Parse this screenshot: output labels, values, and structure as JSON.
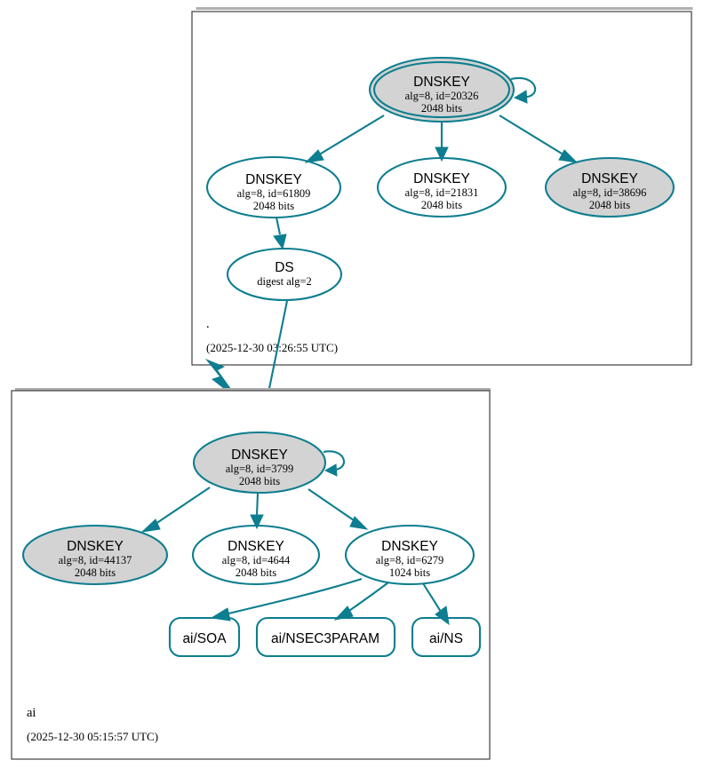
{
  "diagram": {
    "type": "dnssec-authentication-chain",
    "colors": {
      "node_stroke": "#0d7e8f",
      "edge": "#0d7e8f",
      "secure_fill": "#d3d3d3",
      "plain_fill": "#ffffff",
      "zone_border": "#3f3f3f"
    }
  },
  "zones": [
    {
      "id": "root",
      "name": ".",
      "timestamp": "(2025-12-30 03:26:55 UTC)",
      "nodes": [
        {
          "id": "root-ksk-20326",
          "kind": "DNSKEY",
          "title": "DNSKEY",
          "line2": "alg=8, id=20326",
          "line3": "2048 bits",
          "fill": "gray",
          "double_ellipse": true,
          "self_signed": true
        },
        {
          "id": "root-zsk-61809",
          "kind": "DNSKEY",
          "title": "DNSKEY",
          "line2": "alg=8, id=61809",
          "line3": "2048 bits",
          "fill": "white",
          "double_ellipse": false,
          "self_signed": false
        },
        {
          "id": "root-zsk-21831",
          "kind": "DNSKEY",
          "title": "DNSKEY",
          "line2": "alg=8, id=21831",
          "line3": "2048 bits",
          "fill": "white",
          "double_ellipse": false,
          "self_signed": false
        },
        {
          "id": "root-zsk-38696",
          "kind": "DNSKEY",
          "title": "DNSKEY",
          "line2": "alg=8, id=38696",
          "line3": "2048 bits",
          "fill": "gray",
          "double_ellipse": false,
          "self_signed": false
        },
        {
          "id": "ds-ai",
          "kind": "DS",
          "title": "DS",
          "line2": "digest alg=2",
          "line3": "",
          "fill": "white",
          "double_ellipse": false,
          "self_signed": false
        }
      ]
    },
    {
      "id": "ai",
      "name": "ai",
      "timestamp": "(2025-12-30 05:15:57 UTC)",
      "nodes": [
        {
          "id": "ai-ksk-3799",
          "kind": "DNSKEY",
          "title": "DNSKEY",
          "line2": "alg=8, id=3799",
          "line3": "2048 bits",
          "fill": "gray",
          "double_ellipse": false,
          "self_signed": true
        },
        {
          "id": "ai-key-44137",
          "kind": "DNSKEY",
          "title": "DNSKEY",
          "line2": "alg=8, id=44137",
          "line3": "2048 bits",
          "fill": "gray",
          "double_ellipse": false,
          "self_signed": false
        },
        {
          "id": "ai-key-4644",
          "kind": "DNSKEY",
          "title": "DNSKEY",
          "line2": "alg=8, id=4644",
          "line3": "2048 bits",
          "fill": "white",
          "double_ellipse": false,
          "self_signed": false
        },
        {
          "id": "ai-zsk-6279",
          "kind": "DNSKEY",
          "title": "DNSKEY",
          "line2": "alg=8, id=6279",
          "line3": "1024 bits",
          "fill": "white",
          "double_ellipse": false,
          "self_signed": false
        }
      ],
      "rrsets": [
        {
          "id": "rr-soa",
          "label": "ai/SOA"
        },
        {
          "id": "rr-nsec3param",
          "label": "ai/NSEC3PARAM"
        },
        {
          "id": "rr-ns",
          "label": "ai/NS"
        }
      ]
    }
  ],
  "edges": [
    {
      "from": "root-ksk-20326",
      "to": "root-ksk-20326",
      "kind": "self-sign"
    },
    {
      "from": "root-ksk-20326",
      "to": "root-zsk-61809",
      "kind": "sign"
    },
    {
      "from": "root-ksk-20326",
      "to": "root-zsk-21831",
      "kind": "sign"
    },
    {
      "from": "root-ksk-20326",
      "to": "root-zsk-38696",
      "kind": "sign"
    },
    {
      "from": "root-zsk-61809",
      "to": "ds-ai",
      "kind": "sign"
    },
    {
      "from": "ds-ai",
      "to": "ai-ksk-3799",
      "kind": "delegation"
    },
    {
      "from": "ai-ksk-3799",
      "to": "ai-ksk-3799",
      "kind": "self-sign"
    },
    {
      "from": "ai-ksk-3799",
      "to": "ai-key-44137",
      "kind": "sign"
    },
    {
      "from": "ai-ksk-3799",
      "to": "ai-key-4644",
      "kind": "sign"
    },
    {
      "from": "ai-ksk-3799",
      "to": "ai-zsk-6279",
      "kind": "sign"
    },
    {
      "from": "ai-zsk-6279",
      "to": "rr-soa",
      "kind": "sign"
    },
    {
      "from": "ai-zsk-6279",
      "to": "rr-nsec3param",
      "kind": "sign"
    },
    {
      "from": "ai-zsk-6279",
      "to": "rr-ns",
      "kind": "sign"
    }
  ]
}
